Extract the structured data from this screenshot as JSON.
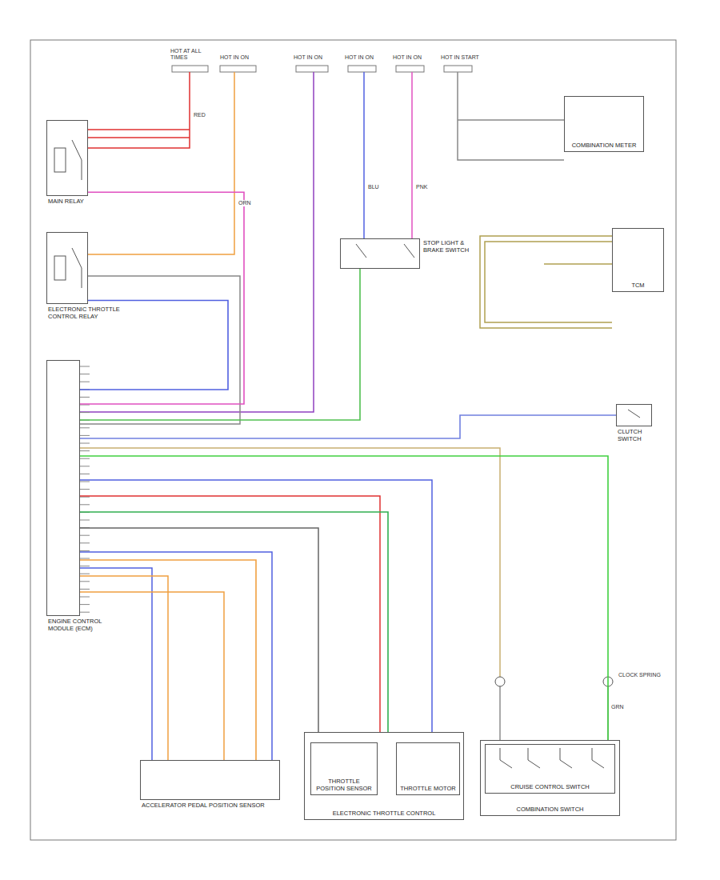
{
  "diagram": {
    "nodes": [
      {
        "text": [
          "MAIN RELAY"
        ]
      },
      {
        "text": [
          "ELECTRONIC THROTTLE CONTROL RELAY"
        ]
      },
      {
        "text": [
          "ENGINE CONTROL MODULE (ECM)"
        ]
      },
      {
        "text": [
          "COMBINATION METER"
        ]
      },
      {
        "text": [
          "TCM"
        ]
      },
      {
        "text": [
          "STOP LIGHT & BRAKE SWITCH"
        ]
      },
      {
        "text": [
          "CLUTCH SWITCH"
        ]
      },
      {
        "text": [
          "ACCELERATOR PEDAL POSITION SENSOR"
        ]
      },
      {
        "text": [
          "ELECTRONIC THROTTLE CONTROL"
        ]
      },
      {
        "text": [
          "COMBINATION SWITCH"
        ]
      },
      {
        "text": [
          "CRUISE CONTROL SWITCH"
        ],
        "in": 9
      },
      {
        "text": [
          "THROTTLE POSITION SENSOR"
        ],
        "in": 8
      },
      {
        "text": [
          "THROTTLE MOTOR"
        ],
        "in": 8
      }
    ],
    "edges": [
      {
        "from": 0,
        "to": 2,
        "arrow": "none"
      },
      {
        "from": 1,
        "to": 2,
        "arrow": "none"
      },
      {
        "from": 5,
        "to": 2,
        "arrow": "none"
      },
      {
        "from": 6,
        "to": 2,
        "arrow": "none"
      },
      {
        "from": 2,
        "to": 7,
        "arrow": "none"
      },
      {
        "from": 2,
        "to": 8,
        "arrow": "none"
      },
      {
        "from": 2,
        "to": 9,
        "arrow": "none"
      }
    ],
    "labels": [
      "HOT AT ALL TIMES",
      "HOT IN ON",
      "HOT IN ON",
      "HOT IN ON",
      "HOT IN ON",
      "HOT IN START",
      "RED",
      "ORN",
      "BLU",
      "PNK",
      "GRN",
      "CLOCK SPRING"
    ]
  }
}
